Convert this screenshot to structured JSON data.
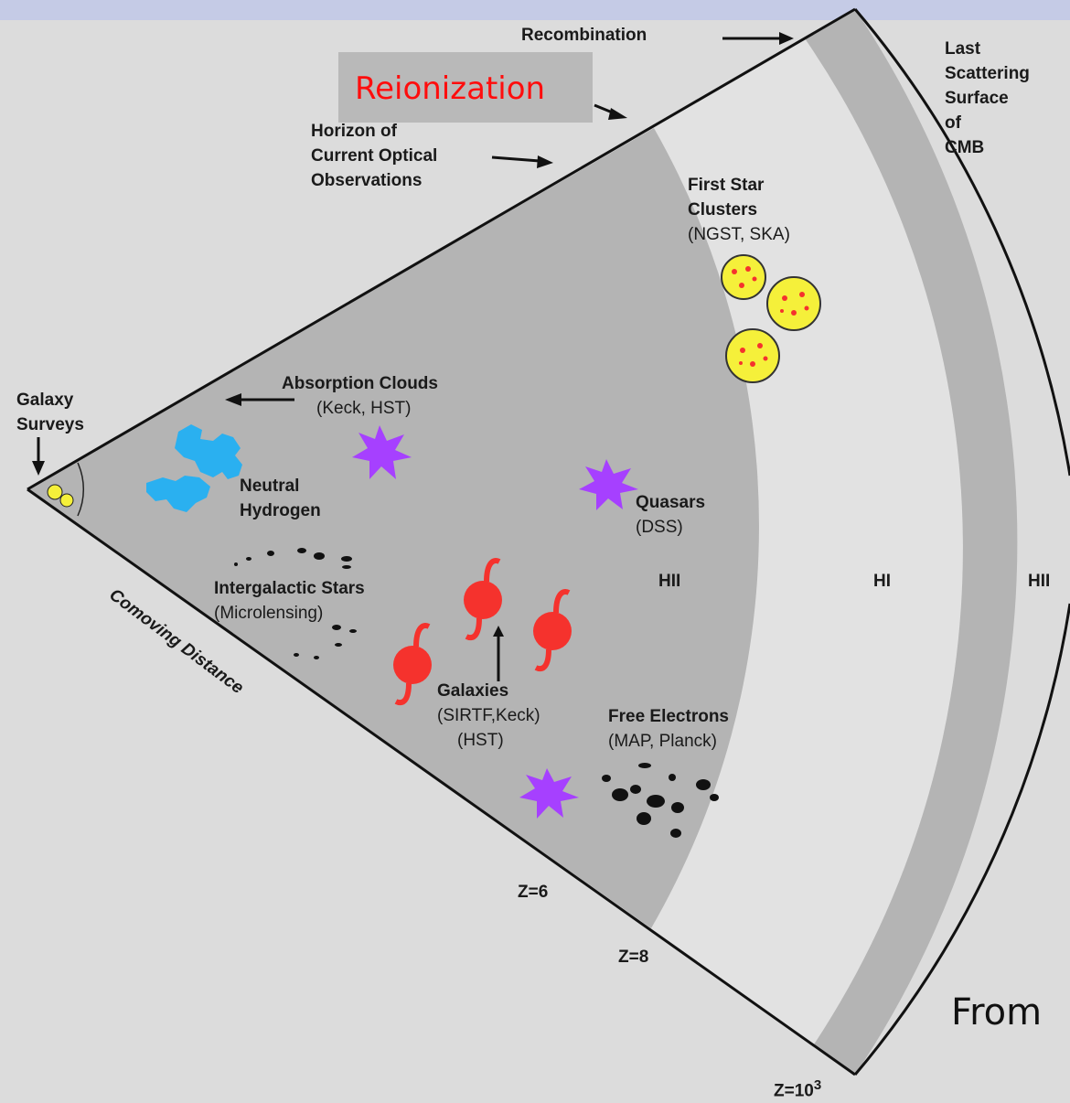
{
  "labels": {
    "recombination": "Recombination",
    "reionization": "Reionization",
    "horizon": [
      "Horizon of",
      "Current Optical",
      "Observations"
    ],
    "last_scattering": [
      "Last",
      "Scattering",
      "Surface",
      "of",
      "CMB"
    ],
    "first_star": [
      "First Star",
      "Clusters"
    ],
    "first_star_instruments": "(NGST, SKA)",
    "absorption": "Absorption Clouds",
    "absorption_instruments": "(Keck, HST)",
    "galaxy_surveys": [
      "Galaxy",
      "Surveys"
    ],
    "neutral": [
      "Neutral",
      "Hydrogen"
    ],
    "quasars": "Quasars",
    "quasars_instruments": "(DSS)",
    "hii_inner": "HII",
    "hi": "HI",
    "hii_outer": "HII",
    "intergalactic": "Intergalactic Stars",
    "intergalactic_instruments": "(Microlensing)",
    "galaxies": "Galaxies",
    "galaxies_instruments": [
      "(SIRTF,Keck)",
      "(HST)"
    ],
    "free_electrons": "Free Electrons",
    "free_electrons_instruments": "(MAP, Planck)",
    "comoving": "Comoving Distance",
    "z6": "Z=6",
    "z8": "Z=8",
    "z1000": "Z=10",
    "z1000_exp": "3",
    "from": "From"
  },
  "colors": {
    "background": "#dcdcdc",
    "outer_shell": "#b4b4b4",
    "inner_region": "#b4b4b4",
    "hi_region": "#e2e2e2",
    "reionization_text": "#ff0d0d",
    "star": "#a640ff",
    "hydrogen": "#2ab0f0",
    "galaxy": "#f5322d",
    "cluster": "#f5f03a"
  }
}
